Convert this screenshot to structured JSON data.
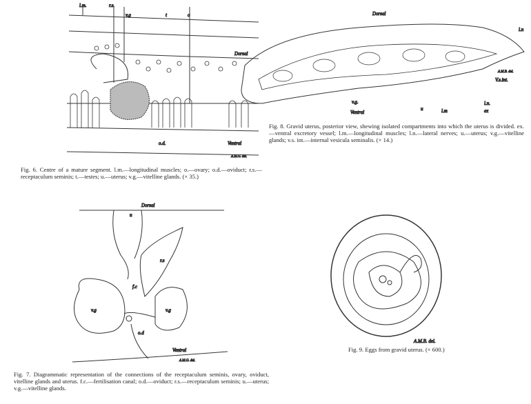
{
  "fig6": {
    "caption": "Fig. 6. Centre of a mature segment. l.m.—longitudinal muscles; o.—ovary; o.d.—oviduct; r.s.—receptaculum seminis; t.—testes; u.—uterus; v.g.—vitelline glands. (× 35.)",
    "labels": {
      "lm": "l.m.",
      "rs": "r.s.",
      "vg": "v.g",
      "t": "t",
      "o": "o",
      "dorsal": "Dorsal",
      "od": "o.d.",
      "ventral": "Ventral",
      "sig": "A.M.G. del."
    }
  },
  "fig7": {
    "caption": "Fig. 7. Diagrammatic representation of the connections of the receptaculum seminis, ovary, oviduct, vitelline glands and uterus. f.c.—fertilisation canal; o.d.—oviduct; r.s.—receptaculum seminis; u.—uterus; v.g.—vitelline glands.",
    "labels": {
      "dorsal": "Dorsal",
      "u": "u",
      "rs": "r.s",
      "fc": "f.c",
      "vg1": "v.g",
      "vg2": "v.g",
      "od": "o.d",
      "ventral": "Ventral",
      "sig": "A.M.G. del."
    }
  },
  "fig8": {
    "caption": "Fig. 8. Gravid uterus, posterior view, shewing isolated compartments into which the uterus is divided. ex.—ventral excretory vessel; l.m.—longitudinal muscles; l.n.—lateral nerves; u.—uterus; v.g.—vitelline glands; v.s. int.—internal vesicula seminalis. (× 14.)",
    "labels": {
      "dorsal": "Dorsal",
      "ln": "l.n",
      "sig": "A.M.B. del.",
      "vsint": "V.s.int.",
      "vg": "v.g.",
      "ventral": "Ventral",
      "u": "u",
      "lm": "l.m",
      "ex": "ex",
      "ln2": "l.n."
    }
  },
  "fig9": {
    "caption": "Fig. 9. Eggs from gravid uterus. (× 600.)",
    "labels": {
      "sig": "A.M.B. del."
    }
  }
}
